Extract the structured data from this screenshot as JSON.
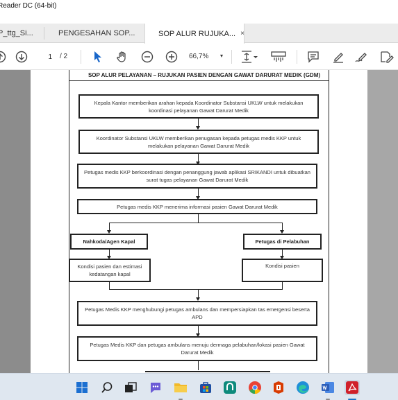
{
  "window": {
    "title": "Reader DC (64-bit)"
  },
  "tabs": [
    {
      "label": "P_ttg_Si...",
      "active": false
    },
    {
      "label": "PENGESAHAN SOP...",
      "active": false
    },
    {
      "label": "SOP ALUR RUJUKA...",
      "active": true,
      "close_glyph": "×"
    }
  ],
  "toolbar": {
    "icons": [
      "page-up-icon",
      "page-down-icon",
      "select-cursor-icon",
      "hand-pan-icon",
      "zoom-out-icon",
      "zoom-in-icon",
      "fit-page-icon",
      "scroll-mode-icon",
      "comment-icon",
      "highlight-pen-icon",
      "sign-icon",
      "edit-pdf-icon"
    ],
    "current_page": "1",
    "page_total": "/ 2",
    "zoom_value": "66,7%",
    "zoom_caret": "▾"
  },
  "document": {
    "title": "SOP ALUR PELAYANAN – RUJUKAN PASIEN DENGAN GAWAT DARURAT MEDIK (GDM)",
    "steps": [
      {
        "text": "Kepala Kantor memberikan arahan kepada Koordinator Substansi UKLW untuk melakukan koordinasi pelayanan Gawat Darurat Medik"
      },
      {
        "text": "Koordinator Substansi UKLW memberikan penugasan kepada petugas medis KKP untuk melakukan pelayanan Gawat Darurat Medik"
      },
      {
        "text": "Petugas medis KKP berkoordinasi dengan penanggung jawab aplikasi SRIKANDI untuk dibuatkan surat tugas pelayanan Gawat Darurat Medik"
      },
      {
        "text": "Petugas medis KKP menerima informasi pasien Gawat Darurat Medik"
      }
    ],
    "left_branch": {
      "header": "Nahkoda/Agen Kapal",
      "detail": "Kondisi pasien dan estimasi kedatangan kapal"
    },
    "right_branch": {
      "header": "Petugas di Pelabuhan",
      "detail": "Kondisi pasien"
    },
    "after_steps": [
      {
        "text": "Petugas Medis KKP menghubungi petugas ambulans dan mempersiapkan tas emergensi beserta APD"
      },
      {
        "text": "Petugas Medis KKP dan petugas ambulans menuju dermaga pelabuhan/lokasi pasien Gawat Darurat Medik"
      }
    ]
  },
  "taskbar": {
    "icons": [
      "windows-start-icon",
      "search-icon",
      "task-view-icon",
      "teams-chat-icon",
      "file-explorer-icon",
      "store-icon",
      "app-icon",
      "chrome-icon",
      "office-icon",
      "edge-icon",
      "word-icon",
      "acrobat-icon"
    ],
    "colors": {
      "start": "#1b6fd1",
      "explorer": "#f2b92a",
      "word": "#2b5db8",
      "acrobat": "#d0202a"
    }
  }
}
